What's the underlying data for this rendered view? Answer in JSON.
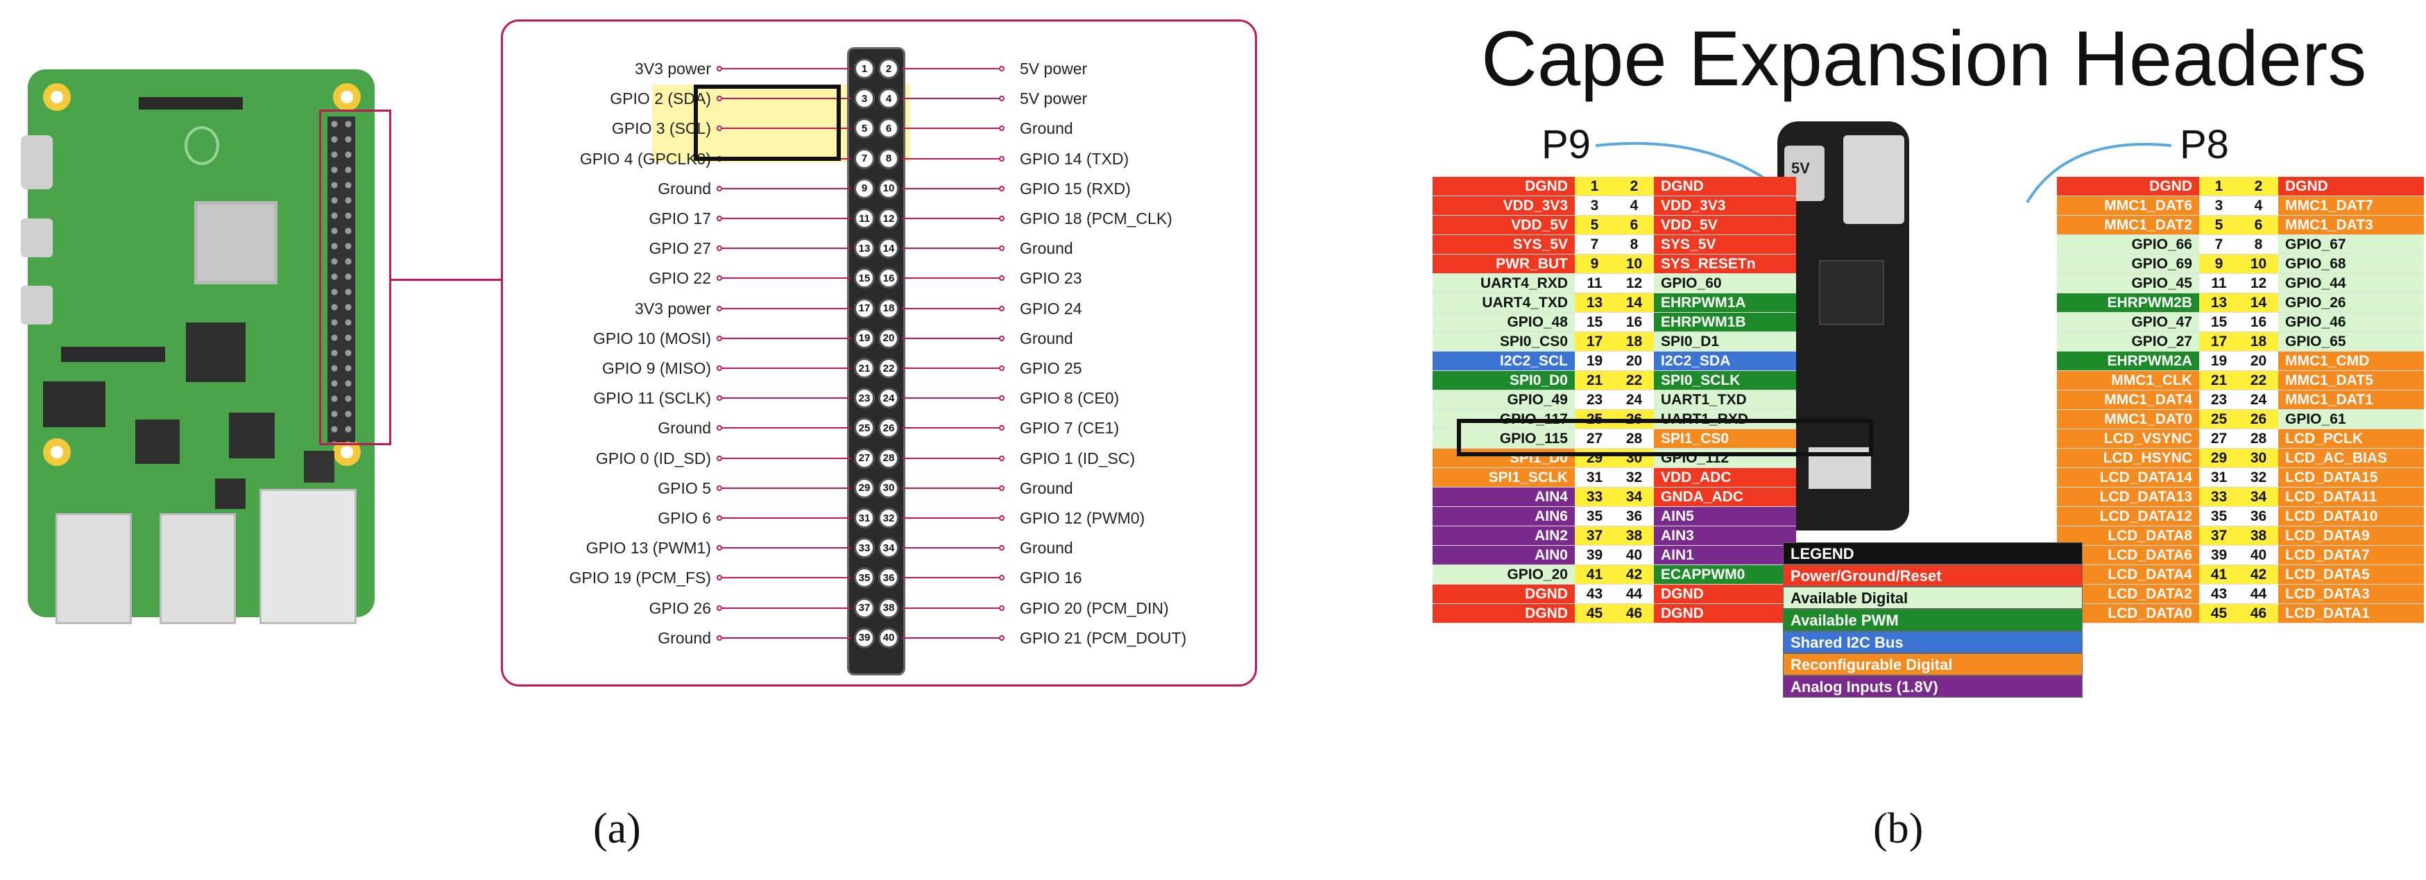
{
  "panel_a": {
    "caption": "(a)",
    "left_labels": [
      "3V3 power",
      "GPIO 2 (SDA)",
      "GPIO 3 (SCL)",
      "GPIO 4 (GPCLK0)",
      "Ground",
      "GPIO 17",
      "GPIO 27",
      "GPIO 22",
      "3V3 power",
      "GPIO 10 (MOSI)",
      "GPIO 9 (MISO)",
      "GPIO 11 (SCLK)",
      "Ground",
      "GPIO 0 (ID_SD)",
      "GPIO 5",
      "GPIO 6",
      "GPIO 13 (PWM1)",
      "GPIO 19 (PCM_FS)",
      "GPIO 26",
      "Ground"
    ],
    "right_labels": [
      "5V power",
      "5V power",
      "Ground",
      "GPIO 14 (TXD)",
      "GPIO 15 (RXD)",
      "GPIO 18 (PCM_CLK)",
      "Ground",
      "GPIO 23",
      "GPIO 24",
      "Ground",
      "GPIO 25",
      "GPIO 8 (CE0)",
      "GPIO 7 (CE1)",
      "GPIO 1 (ID_SC)",
      "Ground",
      "GPIO 12 (PWM0)",
      "Ground",
      "GPIO 16",
      "GPIO 20 (PCM_DIN)",
      "GPIO 21 (PCM_DOUT)"
    ],
    "highlight_color": "#fff59d",
    "accent": "#c2185b"
  },
  "panel_b": {
    "caption": "(b)",
    "title": "Cape Expansion Headers",
    "p9_title": "P9",
    "p8_title": "P8",
    "p9_rows": [
      {
        "l": "DGND",
        "n1": "1",
        "n2": "2",
        "r": "DGND",
        "lc": "#f0371f",
        "nc": "#ffef3a",
        "rc": "#f0371f"
      },
      {
        "l": "VDD_3V3",
        "n1": "3",
        "n2": "4",
        "r": "VDD_3V3",
        "lc": "#f0371f",
        "nc": "#ffffff",
        "rc": "#f0371f"
      },
      {
        "l": "VDD_5V",
        "n1": "5",
        "n2": "6",
        "r": "VDD_5V",
        "lc": "#f0371f",
        "nc": "#ffef3a",
        "rc": "#f0371f"
      },
      {
        "l": "SYS_5V",
        "n1": "7",
        "n2": "8",
        "r": "SYS_5V",
        "lc": "#f0371f",
        "nc": "#ffffff",
        "rc": "#f0371f"
      },
      {
        "l": "PWR_BUT",
        "n1": "9",
        "n2": "10",
        "r": "SYS_RESETn",
        "lc": "#f0371f",
        "nc": "#ffef3a",
        "rc": "#f0371f"
      },
      {
        "l": "UART4_RXD",
        "n1": "11",
        "n2": "12",
        "r": "GPIO_60",
        "lc": "#d8f5d0",
        "nc": "#ffffff",
        "rc": "#d8f5d0"
      },
      {
        "l": "UART4_TXD",
        "n1": "13",
        "n2": "14",
        "r": "EHRPWM1A",
        "lc": "#d8f5d0",
        "nc": "#ffef3a",
        "rc": "#1e8b2a"
      },
      {
        "l": "GPIO_48",
        "n1": "15",
        "n2": "16",
        "r": "EHRPWM1B",
        "lc": "#d8f5d0",
        "nc": "#ffffff",
        "rc": "#1e8b2a"
      },
      {
        "l": "SPI0_CS0",
        "n1": "17",
        "n2": "18",
        "r": "SPI0_D1",
        "lc": "#d8f5d0",
        "nc": "#ffef3a",
        "rc": "#d8f5d0"
      },
      {
        "l": "I2C2_SCL",
        "n1": "19",
        "n2": "20",
        "r": "I2C2_SDA",
        "lc": "#3c74d4",
        "nc": "#ffffff",
        "rc": "#3c74d4"
      },
      {
        "l": "SPI0_D0",
        "n1": "21",
        "n2": "22",
        "r": "SPI0_SCLK",
        "lc": "#1e8b2a",
        "nc": "#ffef3a",
        "rc": "#1e8b2a"
      },
      {
        "l": "GPIO_49",
        "n1": "23",
        "n2": "24",
        "r": "UART1_TXD",
        "lc": "#d8f5d0",
        "nc": "#ffffff",
        "rc": "#d8f5d0"
      },
      {
        "l": "GPIO_117",
        "n1": "25",
        "n2": "26",
        "r": "UART1_RXD",
        "lc": "#d8f5d0",
        "nc": "#ffef3a",
        "rc": "#d8f5d0"
      },
      {
        "l": "GPIO_115",
        "n1": "27",
        "n2": "28",
        "r": "SPI1_CS0",
        "lc": "#d8f5d0",
        "nc": "#ffffff",
        "rc": "#f58a1f"
      },
      {
        "l": "SPI1_D0",
        "n1": "29",
        "n2": "30",
        "r": "GPIO_112",
        "lc": "#f58a1f",
        "nc": "#ffef3a",
        "rc": "#d8f5d0"
      },
      {
        "l": "SPI1_SCLK",
        "n1": "31",
        "n2": "32",
        "r": "VDD_ADC",
        "lc": "#f58a1f",
        "nc": "#ffffff",
        "rc": "#f0371f"
      },
      {
        "l": "AIN4",
        "n1": "33",
        "n2": "34",
        "r": "GNDA_ADC",
        "lc": "#7a2a8c",
        "nc": "#ffef3a",
        "rc": "#f0371f"
      },
      {
        "l": "AIN6",
        "n1": "35",
        "n2": "36",
        "r": "AIN5",
        "lc": "#7a2a8c",
        "nc": "#ffffff",
        "rc": "#7a2a8c"
      },
      {
        "l": "AIN2",
        "n1": "37",
        "n2": "38",
        "r": "AIN3",
        "lc": "#7a2a8c",
        "nc": "#ffef3a",
        "rc": "#7a2a8c"
      },
      {
        "l": "AIN0",
        "n1": "39",
        "n2": "40",
        "r": "AIN1",
        "lc": "#7a2a8c",
        "nc": "#ffffff",
        "rc": "#7a2a8c"
      },
      {
        "l": "GPIO_20",
        "n1": "41",
        "n2": "42",
        "r": "ECAPPWM0",
        "lc": "#d8f5d0",
        "nc": "#ffef3a",
        "rc": "#1e8b2a"
      },
      {
        "l": "DGND",
        "n1": "43",
        "n2": "44",
        "r": "DGND",
        "lc": "#f0371f",
        "nc": "#ffffff",
        "rc": "#f0371f"
      },
      {
        "l": "DGND",
        "n1": "45",
        "n2": "46",
        "r": "DGND",
        "lc": "#f0371f",
        "nc": "#ffef3a",
        "rc": "#f0371f"
      }
    ],
    "p8_rows": [
      {
        "l": "DGND",
        "n1": "1",
        "n2": "2",
        "r": "DGND",
        "lc": "#f0371f",
        "nc": "#ffef3a",
        "rc": "#f0371f"
      },
      {
        "l": "MMC1_DAT6",
        "n1": "3",
        "n2": "4",
        "r": "MMC1_DAT7",
        "lc": "#f58a1f",
        "nc": "#ffffff",
        "rc": "#f58a1f"
      },
      {
        "l": "MMC1_DAT2",
        "n1": "5",
        "n2": "6",
        "r": "MMC1_DAT3",
        "lc": "#f58a1f",
        "nc": "#ffef3a",
        "rc": "#f58a1f"
      },
      {
        "l": "GPIO_66",
        "n1": "7",
        "n2": "8",
        "r": "GPIO_67",
        "lc": "#d8f5d0",
        "nc": "#ffffff",
        "rc": "#d8f5d0"
      },
      {
        "l": "GPIO_69",
        "n1": "9",
        "n2": "10",
        "r": "GPIO_68",
        "lc": "#d8f5d0",
        "nc": "#ffef3a",
        "rc": "#d8f5d0"
      },
      {
        "l": "GPIO_45",
        "n1": "11",
        "n2": "12",
        "r": "GPIO_44",
        "lc": "#d8f5d0",
        "nc": "#ffffff",
        "rc": "#d8f5d0"
      },
      {
        "l": "EHRPWM2B",
        "n1": "13",
        "n2": "14",
        "r": "GPIO_26",
        "lc": "#1e8b2a",
        "nc": "#ffef3a",
        "rc": "#d8f5d0"
      },
      {
        "l": "GPIO_47",
        "n1": "15",
        "n2": "16",
        "r": "GPIO_46",
        "lc": "#d8f5d0",
        "nc": "#ffffff",
        "rc": "#d8f5d0"
      },
      {
        "l": "GPIO_27",
        "n1": "17",
        "n2": "18",
        "r": "GPIO_65",
        "lc": "#d8f5d0",
        "nc": "#ffef3a",
        "rc": "#d8f5d0"
      },
      {
        "l": "EHRPWM2A",
        "n1": "19",
        "n2": "20",
        "r": "MMC1_CMD",
        "lc": "#1e8b2a",
        "nc": "#ffffff",
        "rc": "#f58a1f"
      },
      {
        "l": "MMC1_CLK",
        "n1": "21",
        "n2": "22",
        "r": "MMC1_DAT5",
        "lc": "#f58a1f",
        "nc": "#ffef3a",
        "rc": "#f58a1f"
      },
      {
        "l": "MMC1_DAT4",
        "n1": "23",
        "n2": "24",
        "r": "MMC1_DAT1",
        "lc": "#f58a1f",
        "nc": "#ffffff",
        "rc": "#f58a1f"
      },
      {
        "l": "MMC1_DAT0",
        "n1": "25",
        "n2": "26",
        "r": "GPIO_61",
        "lc": "#f58a1f",
        "nc": "#ffef3a",
        "rc": "#d8f5d0"
      },
      {
        "l": "LCD_VSYNC",
        "n1": "27",
        "n2": "28",
        "r": "LCD_PCLK",
        "lc": "#f58a1f",
        "nc": "#ffffff",
        "rc": "#f58a1f"
      },
      {
        "l": "LCD_HSYNC",
        "n1": "29",
        "n2": "30",
        "r": "LCD_AC_BIAS",
        "lc": "#f58a1f",
        "nc": "#ffef3a",
        "rc": "#f58a1f"
      },
      {
        "l": "LCD_DATA14",
        "n1": "31",
        "n2": "32",
        "r": "LCD_DATA15",
        "lc": "#f58a1f",
        "nc": "#ffffff",
        "rc": "#f58a1f"
      },
      {
        "l": "LCD_DATA13",
        "n1": "33",
        "n2": "34",
        "r": "LCD_DATA11",
        "lc": "#f58a1f",
        "nc": "#ffef3a",
        "rc": "#f58a1f"
      },
      {
        "l": "LCD_DATA12",
        "n1": "35",
        "n2": "36",
        "r": "LCD_DATA10",
        "lc": "#f58a1f",
        "nc": "#ffffff",
        "rc": "#f58a1f"
      },
      {
        "l": "LCD_DATA8",
        "n1": "37",
        "n2": "38",
        "r": "LCD_DATA9",
        "lc": "#f58a1f",
        "nc": "#ffef3a",
        "rc": "#f58a1f"
      },
      {
        "l": "LCD_DATA6",
        "n1": "39",
        "n2": "40",
        "r": "LCD_DATA7",
        "lc": "#f58a1f",
        "nc": "#ffffff",
        "rc": "#f58a1f"
      },
      {
        "l": "LCD_DATA4",
        "n1": "41",
        "n2": "42",
        "r": "LCD_DATA5",
        "lc": "#f58a1f",
        "nc": "#ffef3a",
        "rc": "#f58a1f"
      },
      {
        "l": "LCD_DATA2",
        "n1": "43",
        "n2": "44",
        "r": "LCD_DATA3",
        "lc": "#f58a1f",
        "nc": "#ffffff",
        "rc": "#f58a1f"
      },
      {
        "l": "LCD_DATA0",
        "n1": "45",
        "n2": "46",
        "r": "LCD_DATA1",
        "lc": "#f58a1f",
        "nc": "#ffef3a",
        "rc": "#f58a1f"
      }
    ],
    "legend_title": "LEGEND",
    "legend": [
      {
        "label": "Power/Ground/Reset",
        "color": "#f0371f"
      },
      {
        "label": "Available Digital",
        "color": "#d8f5d0"
      },
      {
        "label": "Available PWM",
        "color": "#1e8b2a"
      },
      {
        "label": "Shared I2C Bus",
        "color": "#3c74d4"
      },
      {
        "label": "Reconfigurable Digital",
        "color": "#f58a1f"
      },
      {
        "label": "Analog Inputs (1.8V)",
        "color": "#7a2a8c"
      }
    ],
    "board_label": "5V"
  }
}
